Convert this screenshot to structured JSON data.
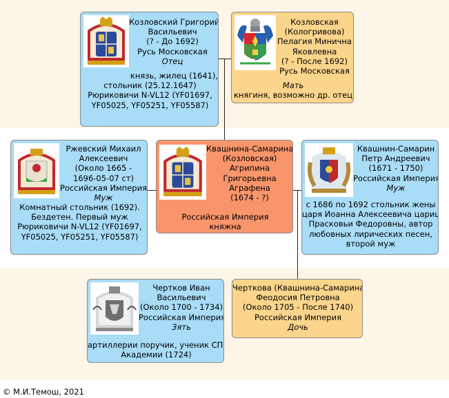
{
  "cards": {
    "father": {
      "name_lines": [
        "Козловский Григорий",
        "Васильевич"
      ],
      "dates": "(? - До 1692)",
      "place": "Русь Московская",
      "role": "Отец",
      "notes_lines": [
        "князь, жилец (1641),",
        "стольник (25.12.1647)",
        "Рюриковичи N-VL12 (YF01697,",
        "YF05025, YF05251, YF05587)"
      ]
    },
    "mother": {
      "name_lines": [
        "Козловская",
        "(Кологривова)",
        "Пелагия Минична",
        "Яковлевна"
      ],
      "dates": "(? - После 1692)",
      "place": "Русь Московская",
      "role": "Мать",
      "notes_lines": [
        "княгиня, возможно др. отец"
      ]
    },
    "husband1": {
      "name_lines": [
        "Ржевский Михаил",
        "Алексеевич"
      ],
      "dates_lines": [
        "(Около 1665 -",
        "1696-05-07 ст)"
      ],
      "place": "Российская Империя",
      "role": "Муж",
      "notes_lines": [
        "Комнатный стольник (1692).",
        "Бездетен. Первый муж",
        "Рюриковичи N-VL12 (YF01697,",
        "YF05025, YF05251, YF05587)"
      ]
    },
    "subject": {
      "name_lines": [
        "Квашнина-Самарина",
        "(Козловская)",
        "Агрипина",
        "Григорьевна",
        "Аграфена"
      ],
      "dates": "(1674 - ?)",
      "place": "Российская Империя",
      "notes_lines": [
        "княжна"
      ]
    },
    "husband2": {
      "name_lines": [
        "Квашнин-Самарин",
        "Петр Андреевич"
      ],
      "dates": "(1671 - 1750)",
      "place": "Российская Империя",
      "role": "Муж",
      "notes_lines": [
        "с 1686 по 1692 стольник жены",
        "царя Иоанна Алексеевича царицы",
        "Прасковьи Федоровны, автор",
        "любовных лирических песен,",
        "второй муж"
      ]
    },
    "soninlaw": {
      "name_lines": [
        "Чертков Иван",
        "Васильевич"
      ],
      "dates": "(Около 1700 - 1734)",
      "place": "Российская Империя",
      "role": "Зять",
      "notes_lines": [
        "артиллерии поручик, ученик СПб",
        "Академии (1724)"
      ]
    },
    "daughter": {
      "name_lines": [
        "Черткова (Квашнина-Самарина)",
        "Феодосия Петровна"
      ],
      "dates": "(Около 1705 - После 1740)",
      "place": "Российская Империя",
      "role": "Дочь"
    }
  },
  "icons": {
    "kozlovsky": "coat-of-arms-kozlovsky",
    "kologrivov": "coat-of-arms-kologrivov",
    "rzhevsky": "coat-of-arms-rzhevsky",
    "kvashnin": "coat-of-arms-kvashnin-samarin",
    "chertkov": "coat-of-arms-chertkov"
  },
  "colors": {
    "male": "#a8dcf7",
    "female": "#fcd58c",
    "subject": "#f9956b",
    "band": "#fdf6e8"
  },
  "copyright": "© М.И.Темош, 2021"
}
